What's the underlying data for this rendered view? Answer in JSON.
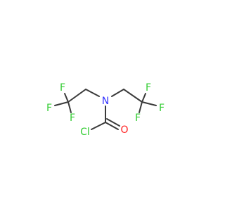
{
  "molecule": {
    "atoms": [
      {
        "id": "F1",
        "label": "F",
        "color": "#33cc33"
      },
      {
        "id": "F2",
        "label": "F",
        "color": "#33cc33"
      },
      {
        "id": "F3",
        "label": "F",
        "color": "#33cc33"
      },
      {
        "id": "F4",
        "label": "F",
        "color": "#33cc33"
      },
      {
        "id": "F5",
        "label": "F",
        "color": "#33cc33"
      },
      {
        "id": "F6",
        "label": "F",
        "color": "#33cc33"
      },
      {
        "id": "N",
        "label": "N",
        "color": "#3333ff"
      },
      {
        "id": "Cl",
        "label": "Cl",
        "color": "#33cc33"
      },
      {
        "id": "O",
        "label": "O",
        "color": "#ff2020"
      }
    ],
    "bond_color": "#3a3a3a"
  }
}
